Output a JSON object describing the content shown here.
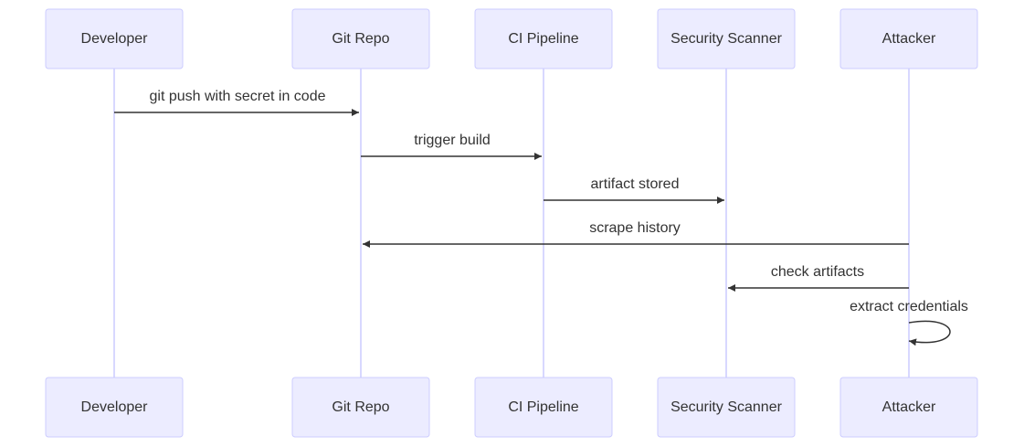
{
  "diagram": {
    "type": "sequence",
    "colors": {
      "actor_fill": "#ECECFF",
      "actor_stroke": "#CCCCFF",
      "lifeline": "#CCCCFF",
      "text": "#333333",
      "message": "#333333"
    },
    "participants": [
      {
        "id": "developer",
        "label": "Developer"
      },
      {
        "id": "git-repo",
        "label": "Git Repo"
      },
      {
        "id": "ci-pipeline",
        "label": "CI Pipeline"
      },
      {
        "id": "security-scanner",
        "label": "Security Scanner"
      },
      {
        "id": "attacker",
        "label": "Attacker"
      }
    ],
    "messages": [
      {
        "from": 0,
        "to": 1,
        "label": "git push with secret in code"
      },
      {
        "from": 1,
        "to": 2,
        "label": "trigger build"
      },
      {
        "from": 2,
        "to": 3,
        "label": "artifact stored"
      },
      {
        "from": 4,
        "to": 1,
        "label": "scrape history"
      },
      {
        "from": 4,
        "to": 3,
        "label": "check artifacts"
      },
      {
        "from": 4,
        "to": 4,
        "label": "extract credentials"
      }
    ]
  }
}
